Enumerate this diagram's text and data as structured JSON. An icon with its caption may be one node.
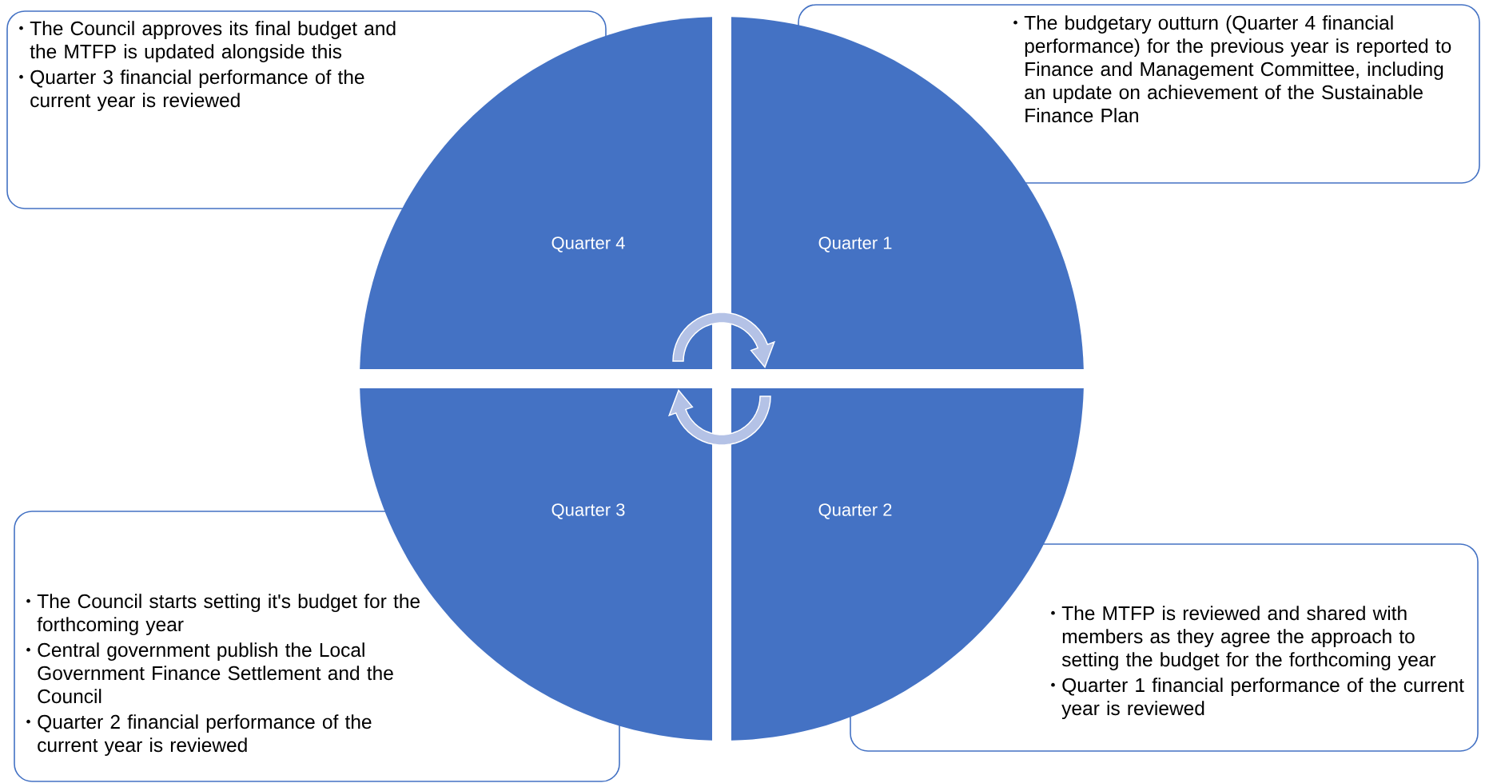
{
  "diagram": {
    "nodes": [
      {
        "text": [
          "The Council approves its final budget and the MTFP is updated alongside this",
          "Quarter 3 financial performance of the current year is reviewed"
        ]
      },
      {
        "text": [
          "Quarter 4"
        ]
      },
      {
        "text": [
          "Quarter 1"
        ]
      },
      {
        "text": [
          "The budgetary outturn (Quarter 4 financial performance) for the previous year is reported to Finance and Management Committee, including an update on achievement of the Sustainable Finance Plan"
        ]
      },
      {
        "text": [
          "Quarter 3"
        ]
      },
      {
        "text": [
          "Quarter 2"
        ]
      },
      {
        "text": [
          "The Council starts setting it's budget for the forthcoming year",
          "Central government publish the Local Government Finance Settlement and the Council",
          "Quarter 2 financial performance of the current year is reviewed"
        ]
      },
      {
        "text": [
          "The MTFP is reviewed and shared with members as they agree the approach to setting the budget for the forthcoming year",
          "Quarter 1 financial performance of the current year is reviewed"
        ]
      }
    ],
    "edges": [
      {
        "from": 1,
        "to": 2,
        "arrow": "to"
      },
      {
        "from": 5,
        "to": 4,
        "arrow": "to"
      }
    ]
  }
}
